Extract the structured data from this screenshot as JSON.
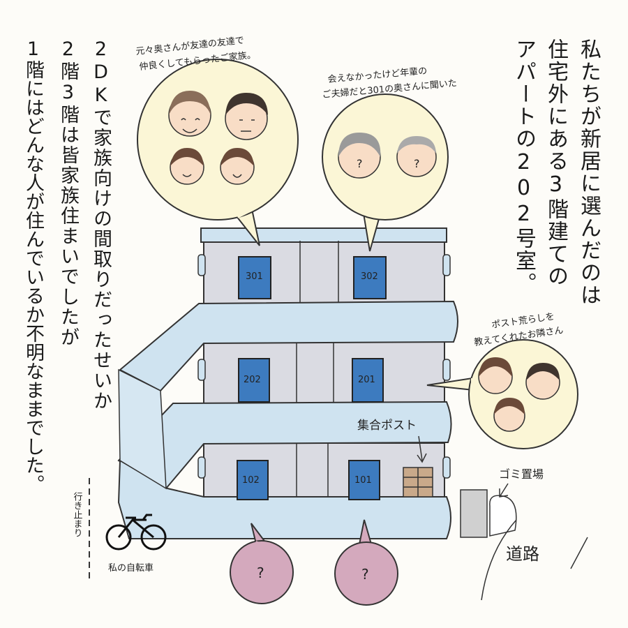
{
  "main_text": {
    "col1": "私たちが新居に選んだのは",
    "col2": "住宅外にある3階建ての",
    "col3": "アパートの202号室。"
  },
  "left_text": {
    "col1": "2DKで家族向けの間取りだったせいか",
    "col2": "2階3階は皆家族住まいでしたが",
    "col3": "1階にはどんな人が住んでいるか不明なままでした。"
  },
  "bubble_notes": {
    "family301_line1": "元々奥さんが友達の友達で",
    "family301_line2": "仲良くしてもらったご家族。",
    "couple302_line1": "会えなかったけど年輩の",
    "couple302_line2": "ご夫婦だと301の奥さんに聞いた",
    "neighbor_line1": "ポスト荒らしを",
    "neighbor_line2": "教えてくれたお隣さん"
  },
  "rooms": {
    "r301": "301",
    "r302": "302",
    "r202": "202",
    "r201": "201",
    "r102": "102",
    "r101": "101"
  },
  "labels": {
    "mailbox": "集合ポスト",
    "garbage": "ゴミ置場",
    "road": "道路",
    "bicycle": "私の自転車",
    "dead_end": "行き止まり",
    "unknown1": "?",
    "unknown2": "?",
    "face_q1": "?",
    "face_q2": "?"
  },
  "colors": {
    "building": "#dadbe2",
    "corridor": "#cfe3f0",
    "door": "#3d7bbf",
    "skin": "#f8ddc6",
    "bubble_yellow": "#fbf6d6",
    "bubble_pink": "#d4a9bd",
    "bicycle": "#111111"
  }
}
